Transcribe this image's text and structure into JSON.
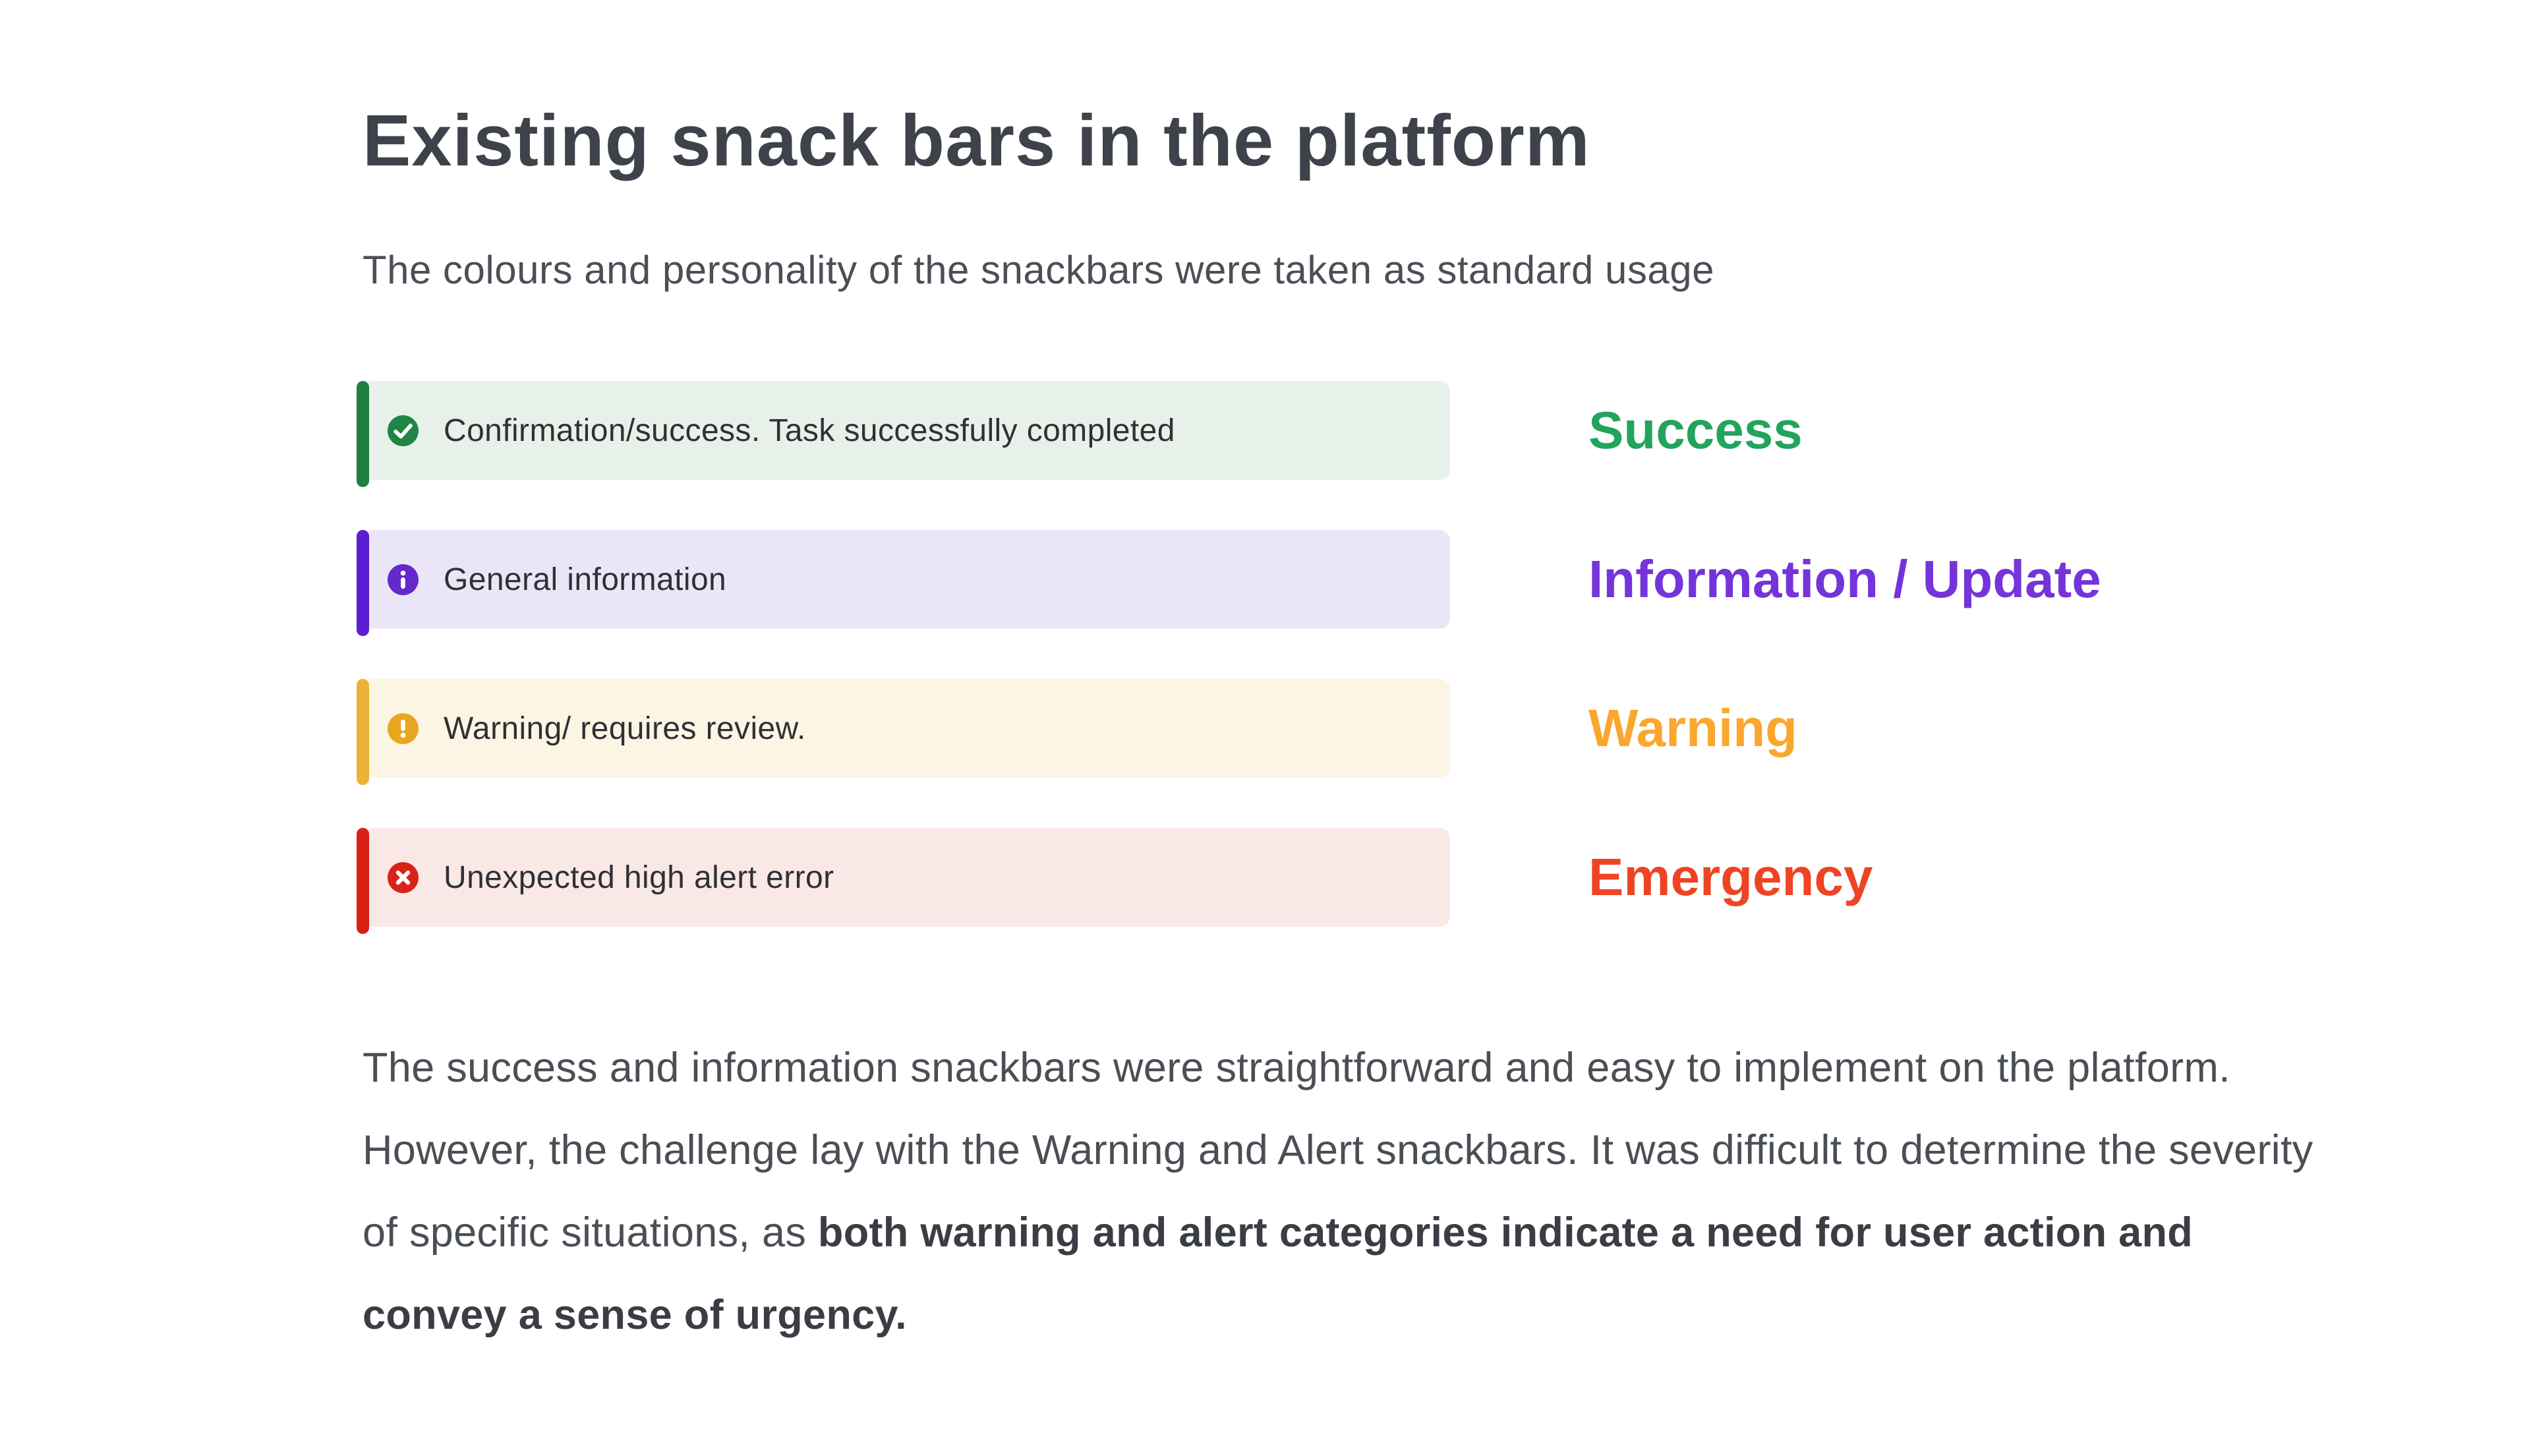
{
  "page": {
    "title": "Existing snack bars in the platform",
    "subtitle": "The colours and personality of the snackbars were taken as standard usage"
  },
  "snackbars": [
    {
      "id": "success",
      "icon": "check-circle-icon",
      "message": "Confirmation/success. Task successfully completed",
      "label": "Success",
      "colors": {
        "bar": "#1f7f41",
        "icon_bg": "#1f8444",
        "background": "#e7f1e9",
        "label": "#22a45c"
      }
    },
    {
      "id": "information",
      "icon": "info-icon",
      "message": "General information",
      "label": "Information / Update",
      "colors": {
        "bar": "#5a1fd2",
        "icon_bg": "#6428cd",
        "background": "#ebe6f7",
        "label": "#7434da"
      }
    },
    {
      "id": "warning",
      "icon": "warning-icon",
      "message": "Warning/ requires review.",
      "label": "Warning",
      "colors": {
        "bar": "#ecb237",
        "icon_bg": "#e9a61f",
        "background": "#fcf5e3",
        "label": "#faa72e"
      }
    },
    {
      "id": "emergency",
      "icon": "error-icon",
      "message": "Unexpected high alert error",
      "label": "Emergency",
      "colors": {
        "bar": "#d92015",
        "icon_bg": "#da211a",
        "background": "#fae8e7",
        "label": "#ee4424"
      }
    }
  ],
  "paragraph": {
    "normal": "The success and information snackbars were straightforward and easy to implement on the platform. However, the challenge lay with the Warning and Alert snackbars. It was difficult to determine the severity of specific situations, as ",
    "bold": "both warning and alert categories indicate a need for user action and convey a sense of urgency."
  }
}
